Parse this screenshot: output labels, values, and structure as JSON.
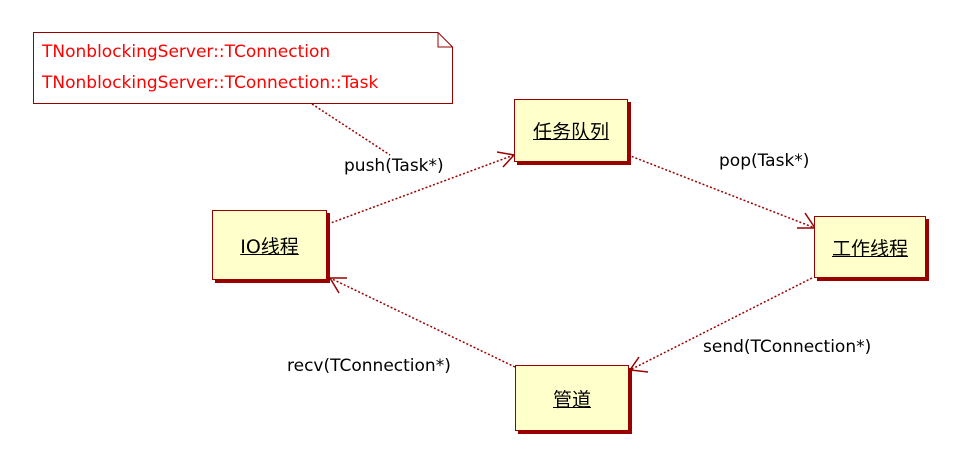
{
  "note": {
    "lines": [
      "TNonblockingServer::TConnection",
      "TNonblockingServer::TConnection::Task"
    ]
  },
  "nodes": {
    "io_thread": "IO线程",
    "task_queue": "任务队列",
    "worker_thread": "工作线程",
    "pipe": "管道"
  },
  "edges": {
    "push": "push(Task*)",
    "pop": "pop(Task*)",
    "send": "send(TConnection*)",
    "recv": "recv(TConnection*)"
  },
  "colors": {
    "node_fill": "#ffffcc",
    "node_border": "#990000",
    "edge": "#990000",
    "note_text": "#ff0000"
  }
}
